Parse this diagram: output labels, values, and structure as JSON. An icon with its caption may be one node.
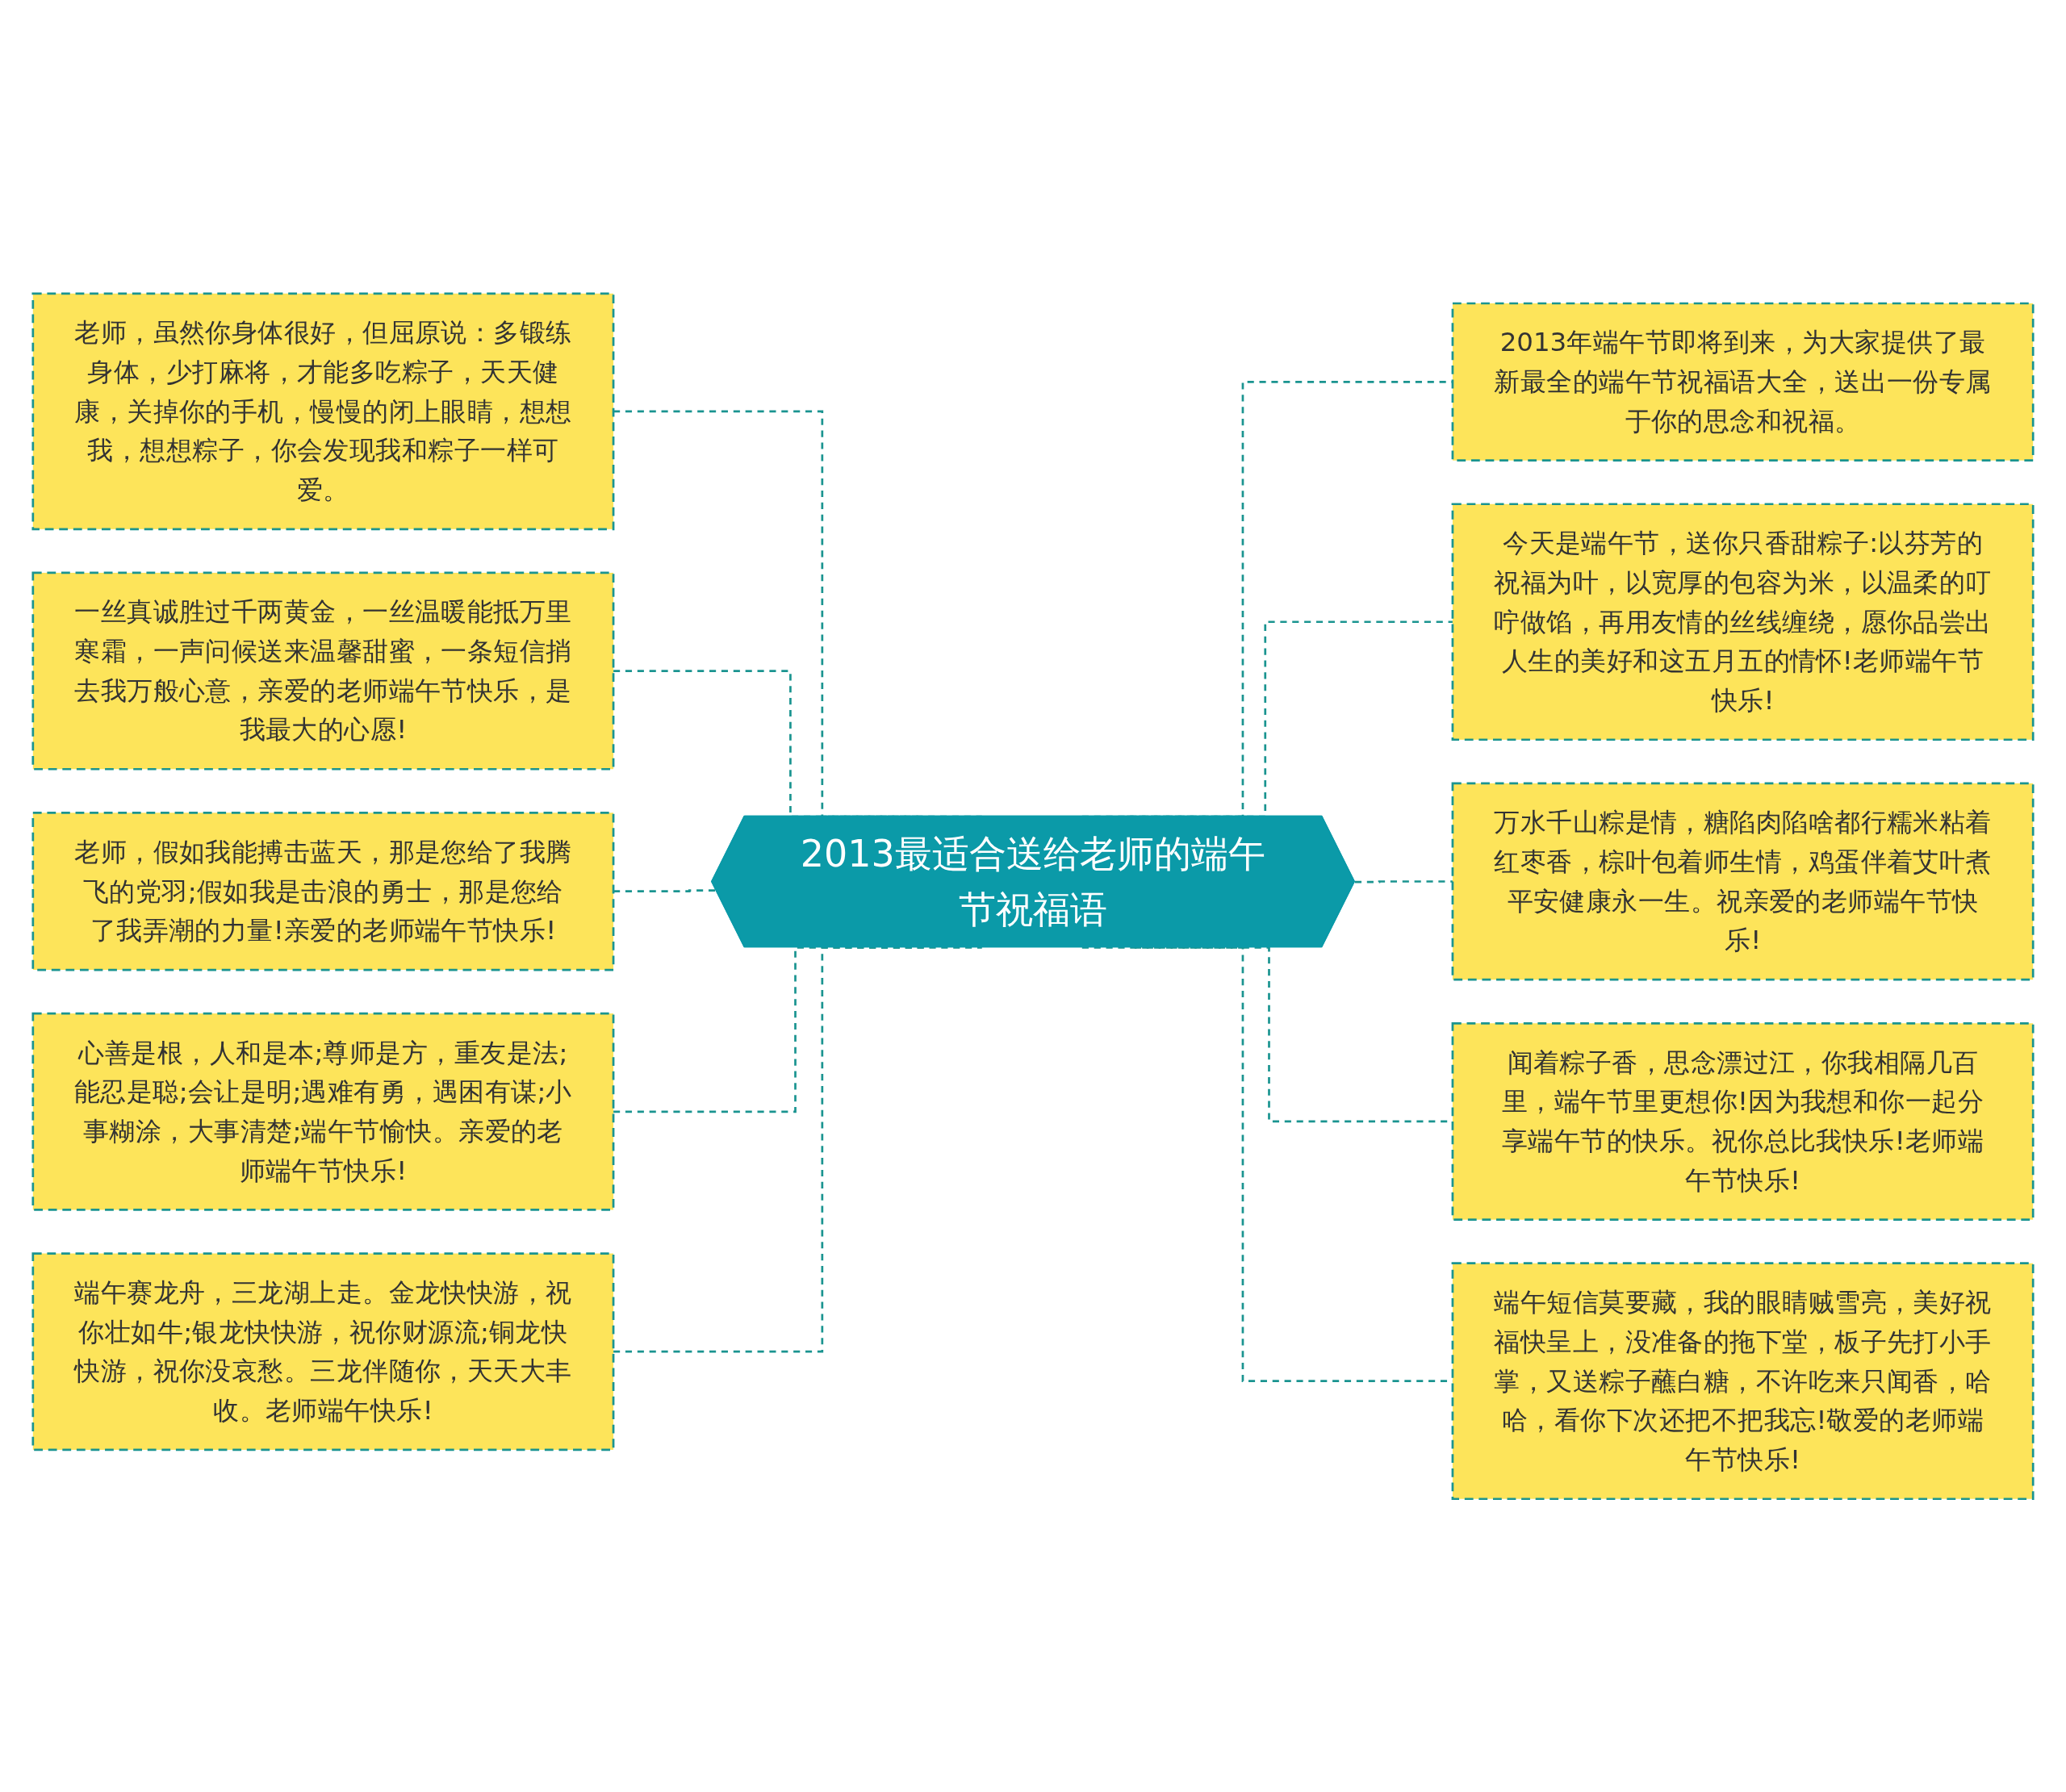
{
  "diagram": {
    "nodes": [
      {
        "text": [
          "2013最适合送给老师的端午节祝福语"
        ]
      },
      {
        "text": [
          "老师，虽然你身体很好，但屈原说：多锻练身体，少打麻将，才能多吃粽子，天天健康，关掉你的手机，慢慢的闭上眼睛，想想我，想想粽子，你会发现我和粽子一样可爱。"
        ]
      },
      {
        "text": [
          "一丝真诚胜过千两黄金，一丝温暖能抵万里寒霜，一声问候送来温馨甜蜜，一条短信捎去我万般心意，亲爱的老师端午节快乐，是我最大的心愿!"
        ]
      },
      {
        "text": [
          "老师，假如我能搏击蓝天，那是您给了我腾飞的党羽;假如我是击浪的勇士，那是您给了我弄潮的力量!亲爱的老师端午节快乐!"
        ]
      },
      {
        "text": [
          "心善是根，人和是本;尊师是方，重友是法;能忍是聪;会让是明;遇难有勇，遇困有谋;小事糊涂，大事清楚;端午节愉快。亲爱的老师端午节快乐!"
        ]
      },
      {
        "text": [
          "端午赛龙舟，三龙湖上走。金龙快快游，祝你壮如牛;银龙快快游，祝你财源流;铜龙快快游，祝你没哀愁。三龙伴随你，天天大丰收。老师端午快乐!"
        ]
      },
      {
        "text": [
          "2013年端午节即将到来，为大家提供了最新最全的端午节祝福语大全，送出一份专属于你的思念和祝福。"
        ]
      },
      {
        "text": [
          "今天是端午节，送你只香甜粽子:以芬芳的祝福为叶，以宽厚的包容为米，以温柔的叮咛做馅，再用友情的丝线缠绕，愿你品尝出人生的美好和这五月五的情怀!老师端午节快乐!"
        ]
      },
      {
        "text": [
          "万水千山粽是情，糖陷肉陷啥都行糯米粘着红枣香，棕叶包着师生情，鸡蛋伴着艾叶煮平安健康永一生。祝亲爱的老师端午节快乐!"
        ]
      },
      {
        "text": [
          "闻着粽子香，思念漂过江，你我相隔几百里，端午节里更想你!因为我想和你一起分享端午节的快乐。祝你总比我快乐!老师端午节快乐!"
        ]
      },
      {
        "text": [
          "端午短信莫要藏，我的眼睛贼雪亮，美好祝福快呈上，没准备的拖下堂，板子先打小手掌，又送粽子蘸白糖，不许吃来只闻香，哈哈，看你下次还把不把我忘!敬爱的老师端午节快乐!"
        ]
      }
    ],
    "edges": [
      {
        "from": 0,
        "to": 1,
        "arrow": "none",
        "style": "dashed"
      },
      {
        "from": 0,
        "to": 2,
        "arrow": "none",
        "style": "dashed"
      },
      {
        "from": 0,
        "to": 3,
        "arrow": "none",
        "style": "dashed"
      },
      {
        "from": 0,
        "to": 4,
        "arrow": "none",
        "style": "dashed"
      },
      {
        "from": 0,
        "to": 5,
        "arrow": "none",
        "style": "dashed"
      },
      {
        "from": 0,
        "to": 6,
        "arrow": "none",
        "style": "dashed"
      },
      {
        "from": 0,
        "to": 7,
        "arrow": "none",
        "style": "dashed"
      },
      {
        "from": 0,
        "to": 8,
        "arrow": "none",
        "style": "dashed"
      },
      {
        "from": 0,
        "to": 9,
        "arrow": "none",
        "style": "dashed"
      },
      {
        "from": 0,
        "to": 10,
        "arrow": "none",
        "style": "dashed"
      }
    ]
  }
}
